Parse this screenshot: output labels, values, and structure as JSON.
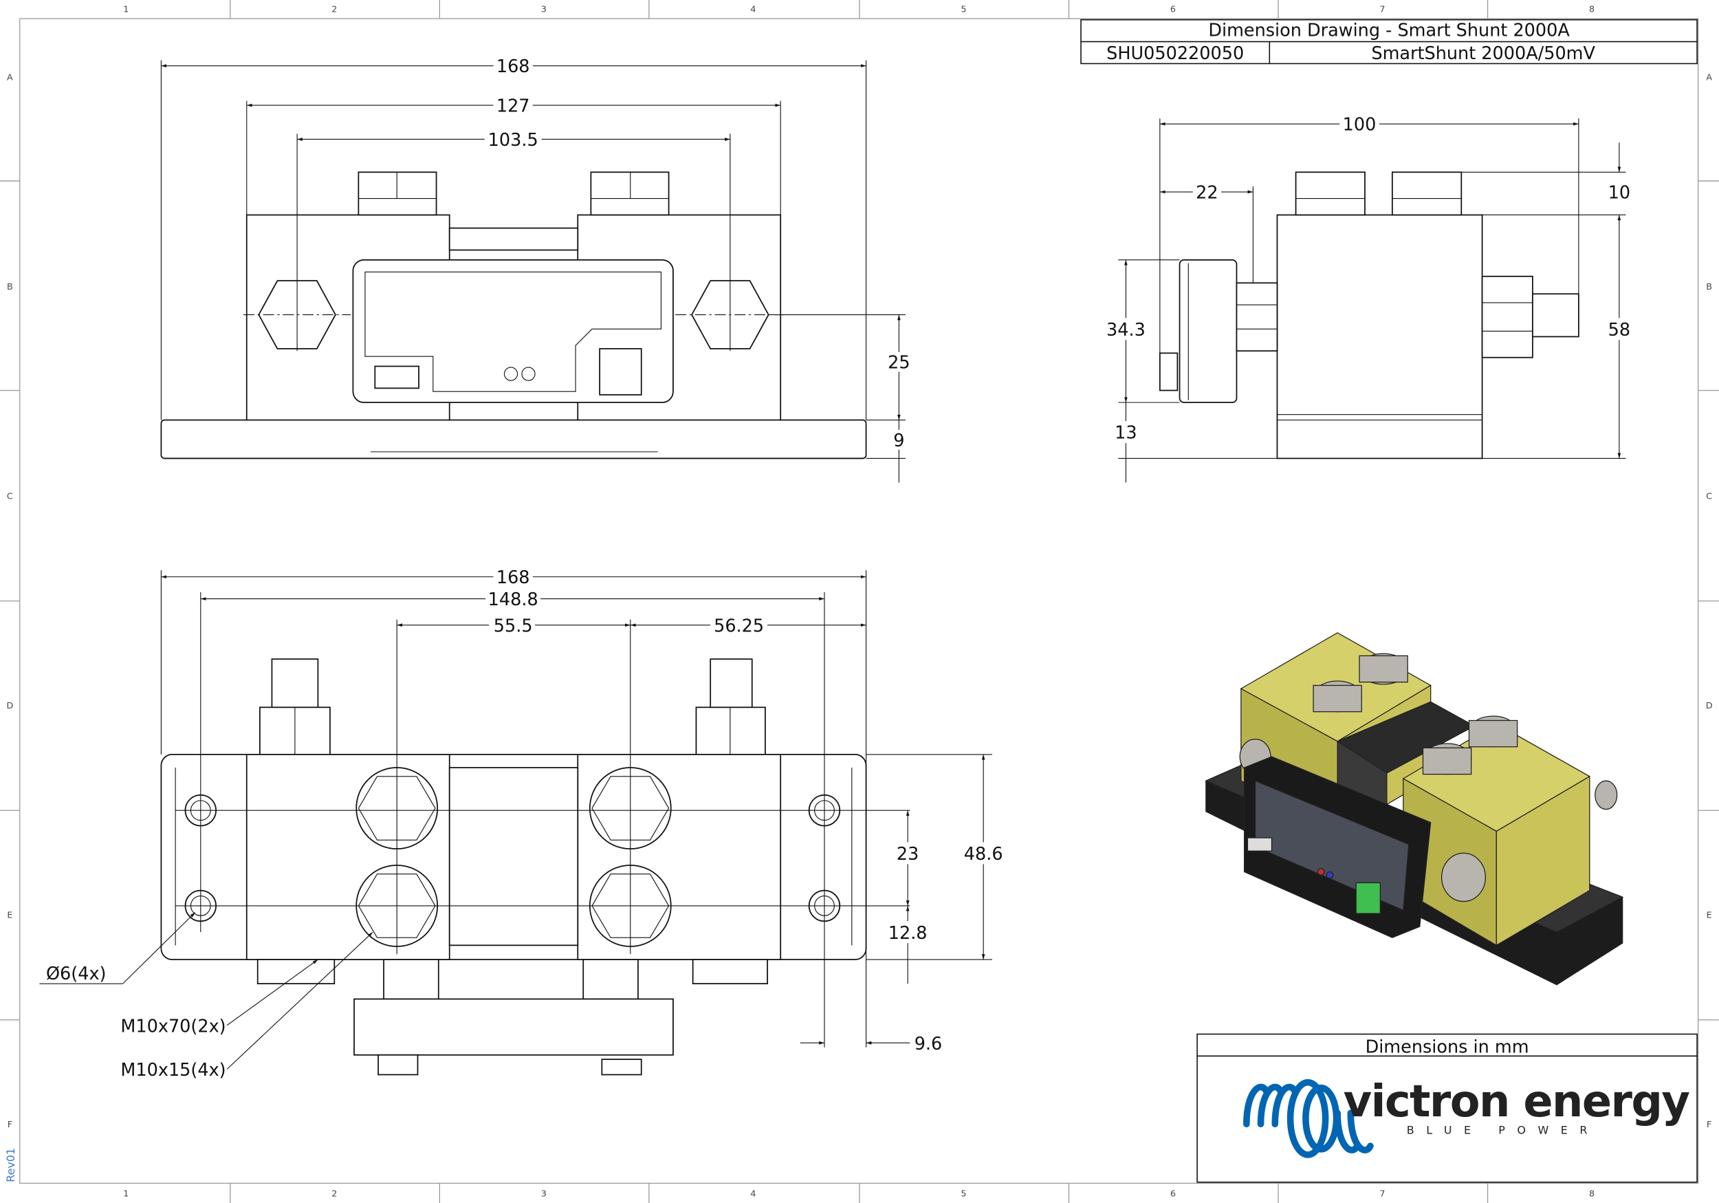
{
  "title_block": {
    "title": "Dimension Drawing - Smart Shunt 2000A",
    "part_number": "SHU050220050",
    "description": "SmartShunt 2000A/50mV",
    "units_note": "Dimensions in mm"
  },
  "logo": {
    "brand": "victron energy",
    "tagline": "BLUE POWER",
    "color": "#0066b3"
  },
  "revision": "Rev01",
  "grid": {
    "columns": [
      "1",
      "2",
      "3",
      "4",
      "5",
      "6",
      "7",
      "8"
    ],
    "rows": [
      "A",
      "B",
      "C",
      "D",
      "E",
      "F"
    ]
  },
  "front_view": {
    "overall_width": "168",
    "block_width": "127",
    "bolt_spacing": "103.5",
    "bolt_height": "25",
    "base_height": "9"
  },
  "side_view": {
    "overall_depth": "100",
    "display_offset": "22",
    "nut_height": "10",
    "display_height": "34.3",
    "body_height": "58",
    "display_base": "13"
  },
  "top_view": {
    "overall_width": "168",
    "hole_spacing": "148.8",
    "center_left": "55.5",
    "center_right": "56.25",
    "hole_pitch": "23",
    "overall_depth": "48.6",
    "hole_edge": "12.8",
    "hole_margin": "9.6",
    "callouts": [
      "Ø6(4x)",
      "M10x70(2x)",
      "M10x15(4x)"
    ]
  },
  "colors": {
    "body": "#c9c35a",
    "base": "#222222",
    "nut": "#b8b4ae",
    "connector": "#3fbf4f"
  }
}
